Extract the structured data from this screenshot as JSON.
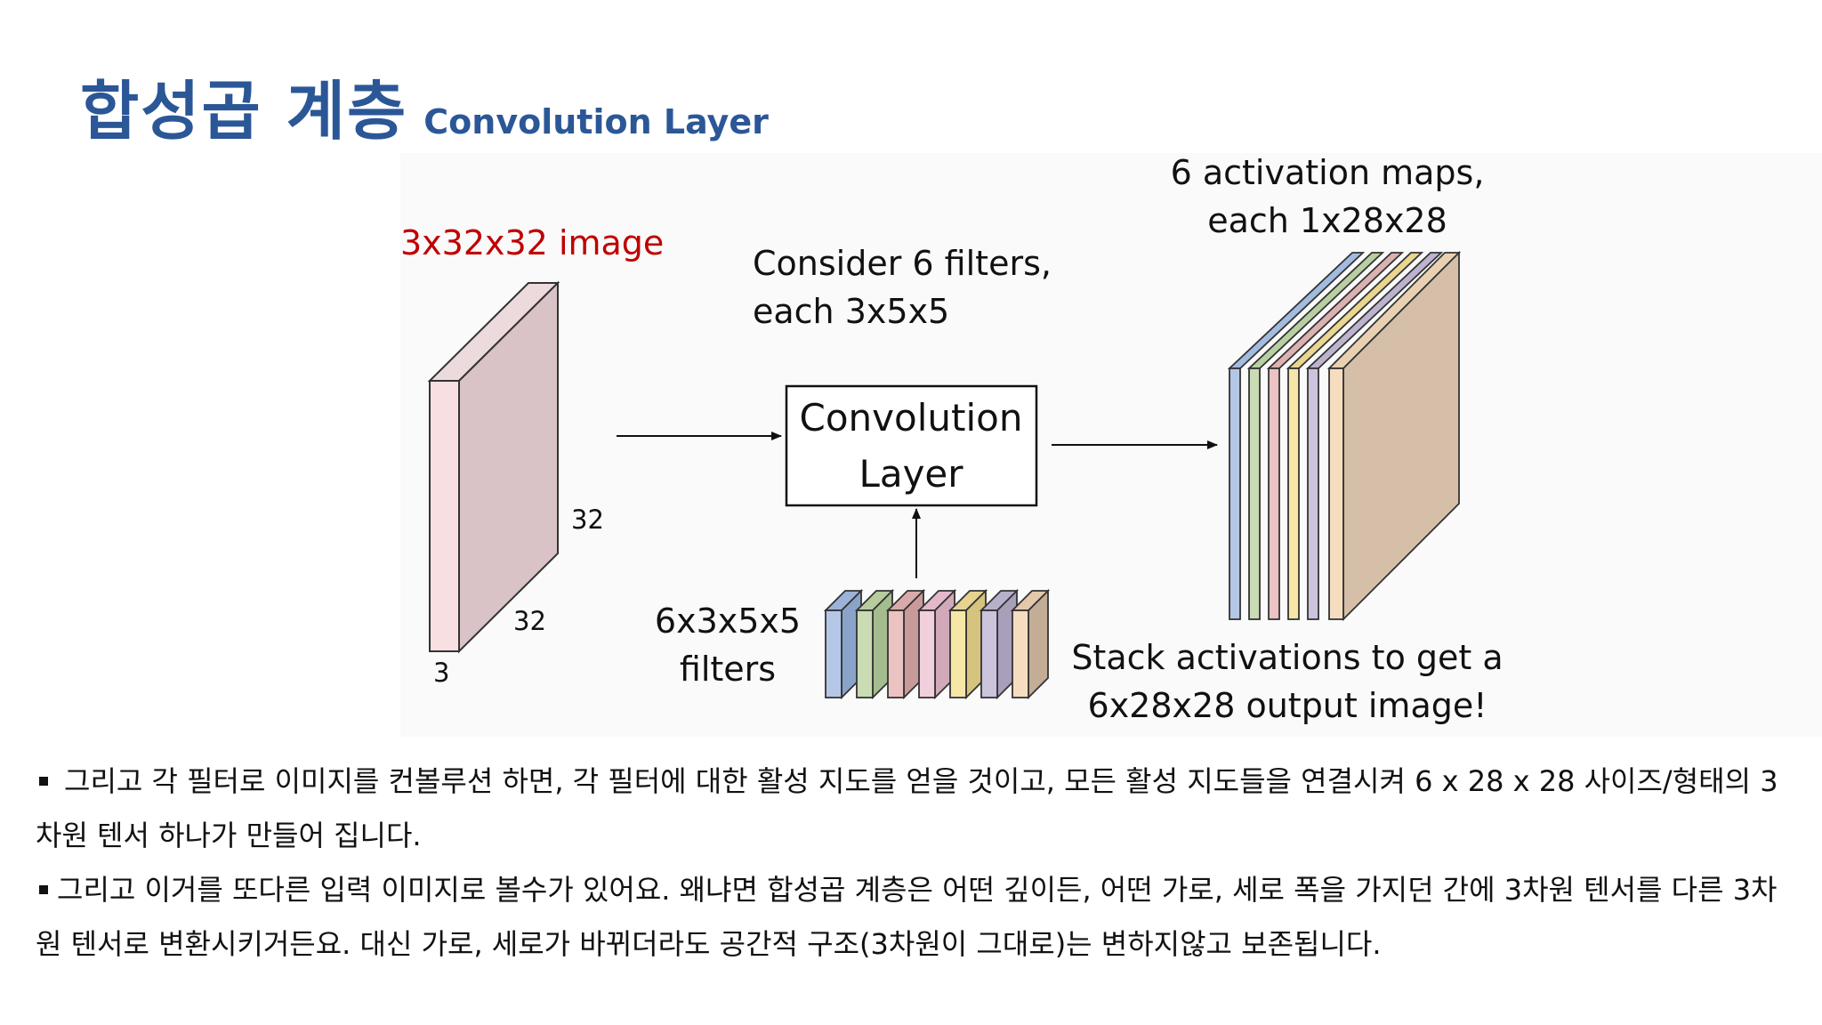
{
  "title": {
    "korean": "합성곱 계층",
    "english": "Convolution Layer"
  },
  "diagram": {
    "input_label": "3x32x32 image",
    "input_dims": {
      "height": "32",
      "width": "32",
      "depth": "3"
    },
    "filters_note_line1": "Consider 6 filters,",
    "filters_note_line2": "each 3x5x5",
    "conv_box_line1": "Convolution",
    "conv_box_line2": "Layer",
    "filters_label_line1": "6x3x5x5",
    "filters_label_line2": "filters",
    "output_label_line1": "6 activation maps,",
    "output_label_line2": "each 1x28x28",
    "stack_note_line1": "Stack activations to get a",
    "stack_note_line2": "6x28x28 output image!",
    "colors": {
      "title": "#2b5797",
      "input_label": "#c00000",
      "input_front": "#f7dfe2",
      "input_side": "#d9c3c6",
      "output_back": "#d6bfa8",
      "map_colors": [
        "#b4c7e7",
        "#c9dcb4",
        "#ecc3c3",
        "#f7e7a6",
        "#ccc4dc",
        "#f7ddc0"
      ]
    }
  },
  "paragraphs": [
    "그리고 각 필터로 이미지를 컨볼루션 하면, 각 필터에 대한 활성 지도를 얻을 것이고, 모든 활성 지도들을 연결시켜 6 x 28 x 28 사이즈/형태의 3차원 텐서 하나가 만들어 집니다.",
    "그리고 이거를 또다른 입력 이미지로 볼수가 있어요. 왜냐면 합성곱 계층은 어떤 깊이든, 어떤 가로, 세로 폭을 가지던 간에 3차원 텐서를 다른 3차원 텐서로 변환시키거든요. 대신 가로, 세로가 바뀌더라도 공간적 구조(3차원이 그대로)는 변하지않고 보존됩니다."
  ]
}
